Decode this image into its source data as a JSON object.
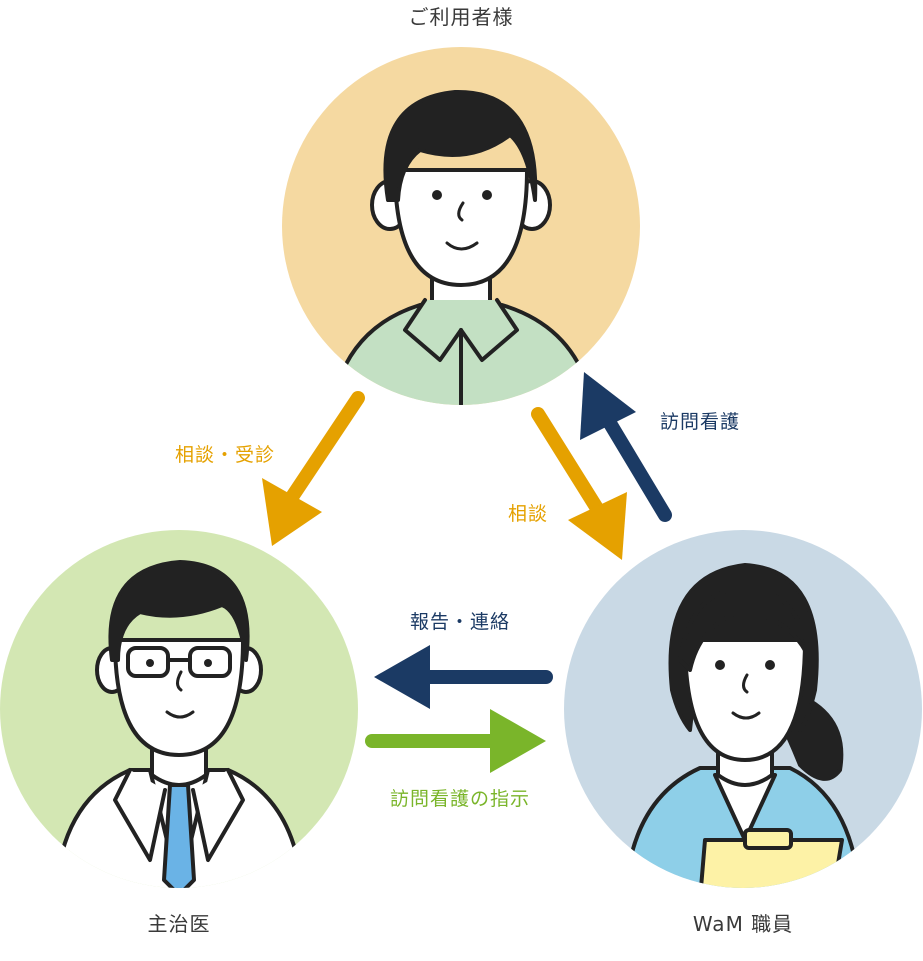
{
  "nodes": {
    "user": {
      "label": "ご利用者様",
      "bg_color": "#f5d9a1"
    },
    "doctor": {
      "label": "主治医",
      "bg_color": "#d3e7b3"
    },
    "staff": {
      "label": "WaM 職員",
      "bg_color": "#c9d9e5"
    }
  },
  "edges": [
    {
      "id": "user-to-doctor",
      "label": "相談・受診",
      "color": "#e5a100"
    },
    {
      "id": "user-to-staff",
      "label": "相談",
      "color": "#e5a100"
    },
    {
      "id": "staff-to-user",
      "label": "訪問看護",
      "color": "#1b3a64"
    },
    {
      "id": "staff-to-doctor",
      "label": "報告・連絡",
      "color": "#1b3a64"
    },
    {
      "id": "doctor-to-staff",
      "label": "訪問看護の指示",
      "color": "#7ab52a"
    }
  ],
  "icons": {
    "user": "young-man-avatar-icon",
    "doctor": "doctor-with-glasses-icon",
    "staff": "female-staff-with-clipboard-icon"
  }
}
